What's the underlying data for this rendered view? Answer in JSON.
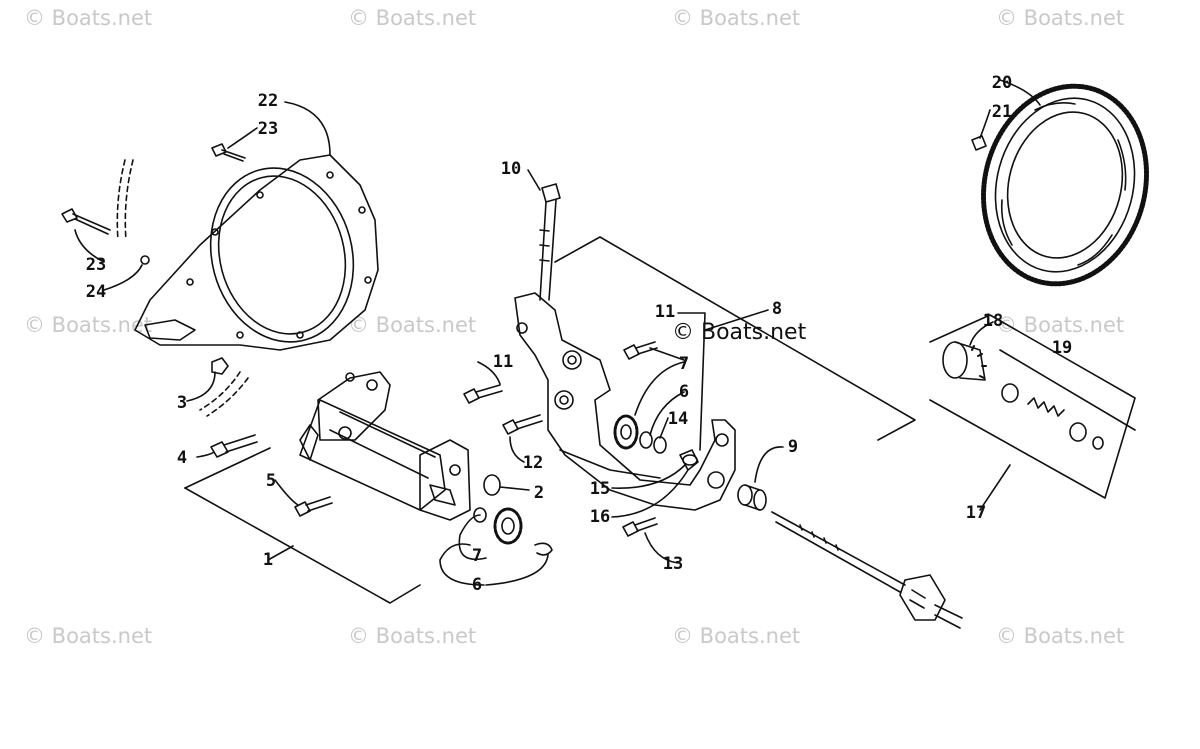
{
  "watermark": {
    "text": "© Boats.net",
    "center_text": "© Boats.net"
  },
  "callouts": [
    "1",
    "2",
    "3",
    "4",
    "5",
    "6",
    "6",
    "7",
    "7",
    "8",
    "9",
    "10",
    "11",
    "11",
    "12",
    "13",
    "14",
    "15",
    "16",
    "17",
    "18",
    "19",
    "20",
    "21",
    "22",
    "23",
    "23",
    "24"
  ]
}
